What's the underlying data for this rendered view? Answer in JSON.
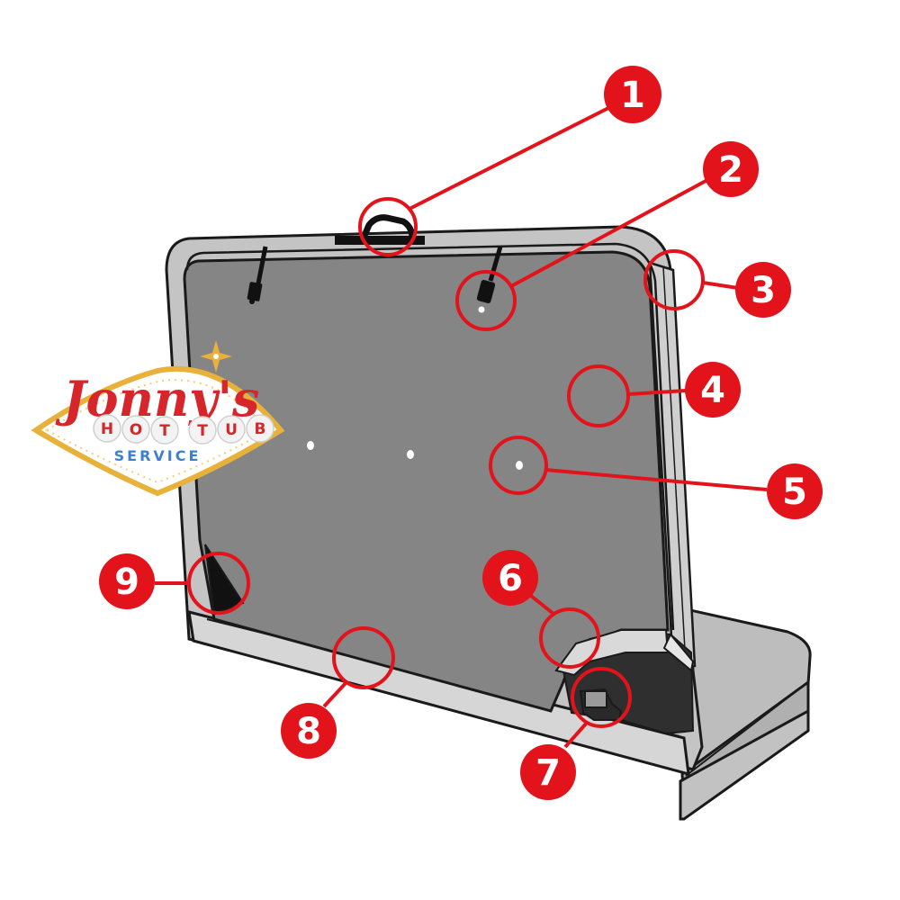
{
  "logo": {
    "script_text": "Jonny's",
    "ball_letters": [
      "H",
      "O",
      "T",
      "T",
      "U",
      "B"
    ],
    "subtitle": "SERVICE",
    "colors": {
      "red": "#d7262b",
      "blue": "#3f7fd0",
      "gold": "#e8b13a"
    }
  },
  "callouts": [
    {
      "label": "1"
    },
    {
      "label": "2"
    },
    {
      "label": "3"
    },
    {
      "label": "4"
    },
    {
      "label": "5"
    },
    {
      "label": "6"
    },
    {
      "label": "7"
    },
    {
      "label": "8"
    },
    {
      "label": "9"
    }
  ],
  "colors": {
    "callout_red": "#e3131b",
    "panel_grey": "#858585",
    "frame_light": "#c4c4c4",
    "outline": "#1a1a1a"
  }
}
